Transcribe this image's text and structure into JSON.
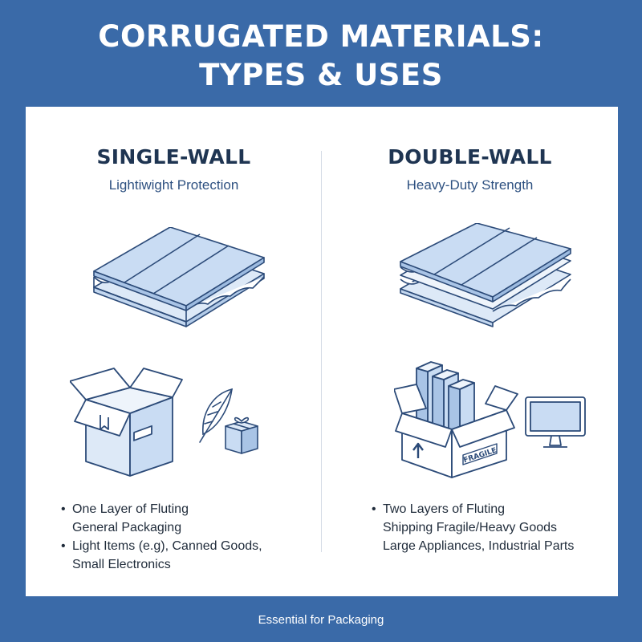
{
  "title_line1": "CORRUGATED MATERIALS:",
  "title_line2": "TYPES & USES",
  "single_wall": {
    "title": "SINGLE-WALL",
    "subtitle": "Lightiwight Protection",
    "bullets": [
      {
        "marker": "•",
        "text": "One Layer of Fluting"
      },
      {
        "marker": "",
        "text": "General Packaging"
      },
      {
        "marker": "•",
        "text": "Light Items (e.g), Canned Goods,"
      },
      {
        "marker": "",
        "text": "Small Electronics"
      }
    ],
    "icons": [
      "single-wall-board-icon",
      "open-box-icon",
      "feather-icon",
      "gift-box-icon"
    ]
  },
  "double_wall": {
    "title": "DOUBLE-WALL",
    "subtitle": "Heavy-Duty Strength",
    "box_label": "FRAGILE",
    "bullets": [
      {
        "marker": "•",
        "text": "Two Layers of Fluting"
      },
      {
        "marker": "",
        "text": "Shipping Fragile/Heavy Goods"
      },
      {
        "marker": "",
        "text": "Large Appliances, Industrial Parts"
      }
    ],
    "icons": [
      "double-wall-board-icon",
      "fragile-box-with-books-icon",
      "monitor-icon"
    ]
  },
  "footer": "Essential for Packaging",
  "colors": {
    "background": "#3a6aa8",
    "panel": "#ffffff",
    "heading": "#1f3552",
    "accent_fill": "#c9dcf3",
    "outline": "#2b4a78"
  }
}
